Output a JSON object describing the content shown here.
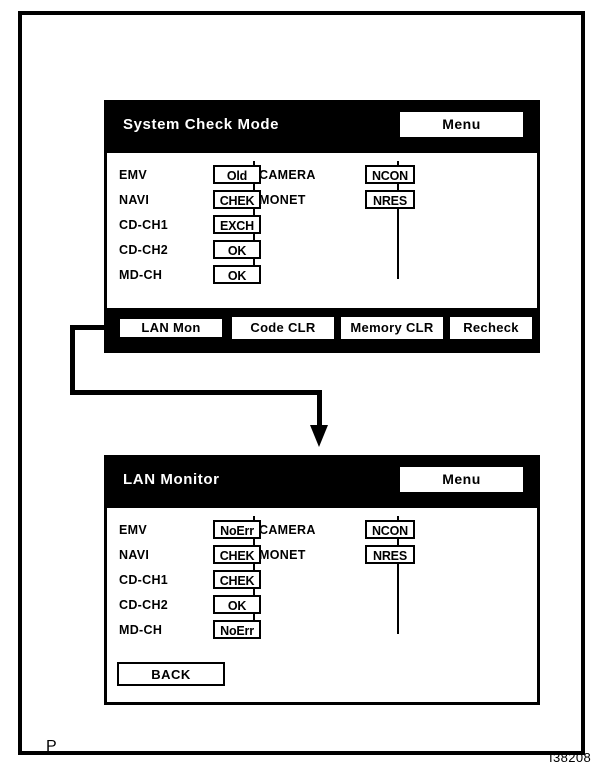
{
  "figure": {
    "page_mark": "P",
    "figure_id": "I38208"
  },
  "panels": [
    {
      "id": "system-check-mode",
      "title": "System Check Mode",
      "menu_label": "Menu",
      "left_rows": [
        {
          "label": "EMV",
          "value": "Old"
        },
        {
          "label": "NAVI",
          "value": "CHEK"
        },
        {
          "label": "CD-CH1",
          "value": "EXCH"
        },
        {
          "label": "CD-CH2",
          "value": "OK"
        },
        {
          "label": "MD-CH",
          "value": "OK"
        }
      ],
      "right_rows": [
        {
          "label": "CAMERA",
          "value": "NCON"
        },
        {
          "label": "MONET",
          "value": "NRES"
        }
      ],
      "buttons": [
        {
          "label": "LAN Mon",
          "selected": true
        },
        {
          "label": "Code CLR",
          "selected": false
        },
        {
          "label": "Memory CLR",
          "selected": false
        },
        {
          "label": "Recheck",
          "selected": false
        }
      ]
    },
    {
      "id": "lan-monitor",
      "title": "LAN Monitor",
      "menu_label": "Menu",
      "left_rows": [
        {
          "label": "EMV",
          "value": "NoErr"
        },
        {
          "label": "NAVI",
          "value": "CHEK"
        },
        {
          "label": "CD-CH1",
          "value": "CHEK"
        },
        {
          "label": "CD-CH2",
          "value": "OK"
        },
        {
          "label": "MD-CH",
          "value": "NoErr"
        }
      ],
      "right_rows": [
        {
          "label": "CAMERA",
          "value": "NCON"
        },
        {
          "label": "MONET",
          "value": "NRES"
        }
      ],
      "buttons": [
        {
          "label": "BACK",
          "selected": false
        }
      ]
    }
  ],
  "colors": {
    "header_background": "#000000",
    "header_text": "#ffffff",
    "panel_background": "#ffffff",
    "outline": "#000000"
  }
}
